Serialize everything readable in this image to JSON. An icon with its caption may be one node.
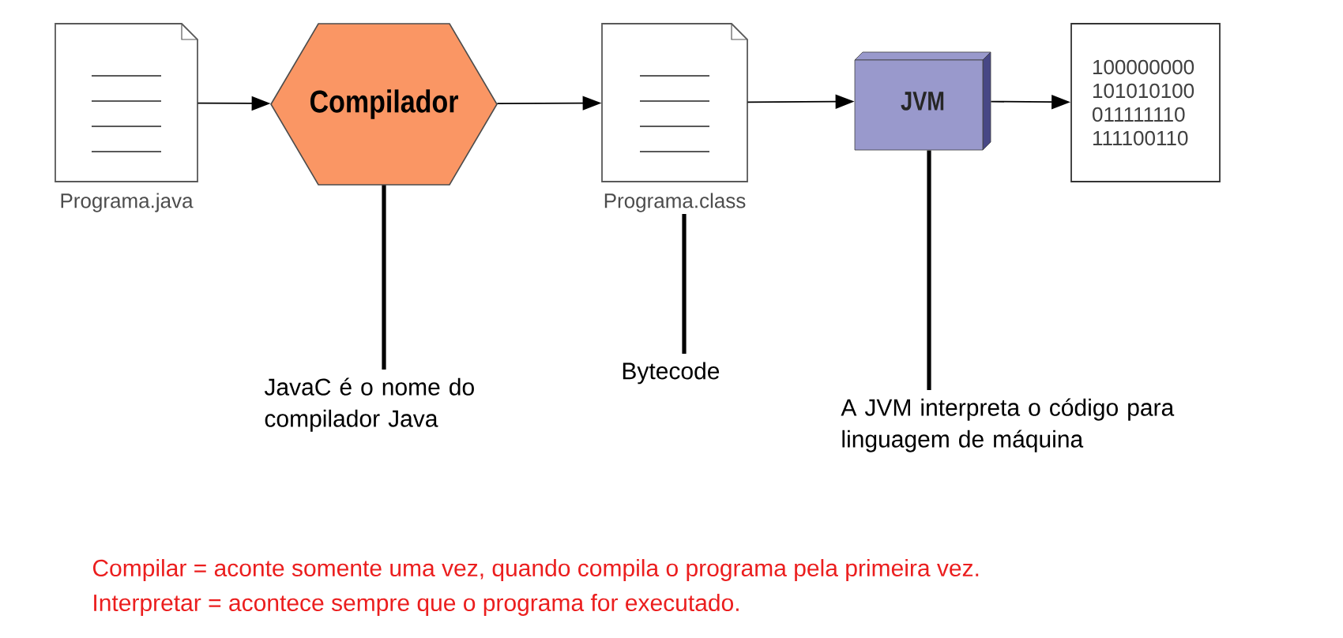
{
  "diagram": {
    "nodes": [
      {
        "text": [],
        "shape": "document",
        "beside": [
          "Programa.java"
        ]
      },
      {
        "text": [
          "Compilador"
        ]
      },
      {
        "text": [],
        "shape": "document",
        "beside": [
          "Programa.class"
        ]
      },
      {
        "text": [
          "JVM"
        ]
      },
      {
        "text": [
          "100000000 101010100 011111110 111100110"
        ]
      },
      {
        "text": [
          "JavaC é o nome do compilador Java"
        ]
      },
      {
        "text": [
          "Bytecode"
        ]
      },
      {
        "text": [
          "A JVM interpreta o código para linguagem de máquina"
        ]
      }
    ],
    "edges": [
      {
        "from": 0,
        "to": 1,
        "arrow": "to"
      },
      {
        "from": 1,
        "to": 2,
        "arrow": "to"
      },
      {
        "from": 2,
        "to": 3,
        "arrow": "to"
      },
      {
        "from": 3,
        "to": 4,
        "arrow": "to"
      },
      {
        "from": 5,
        "to": 1,
        "arrow": "none",
        "style": "thick"
      },
      {
        "from": 6,
        "to": 2,
        "arrow": "none",
        "style": "thick"
      },
      {
        "from": 7,
        "to": 3,
        "arrow": "none",
        "style": "thick"
      }
    ],
    "labels": [
      "Compilar = aconte somente uma vez, quando compila o programa pela primeira vez.",
      "Interpretar = acontece sempre que o programa for executado."
    ]
  }
}
